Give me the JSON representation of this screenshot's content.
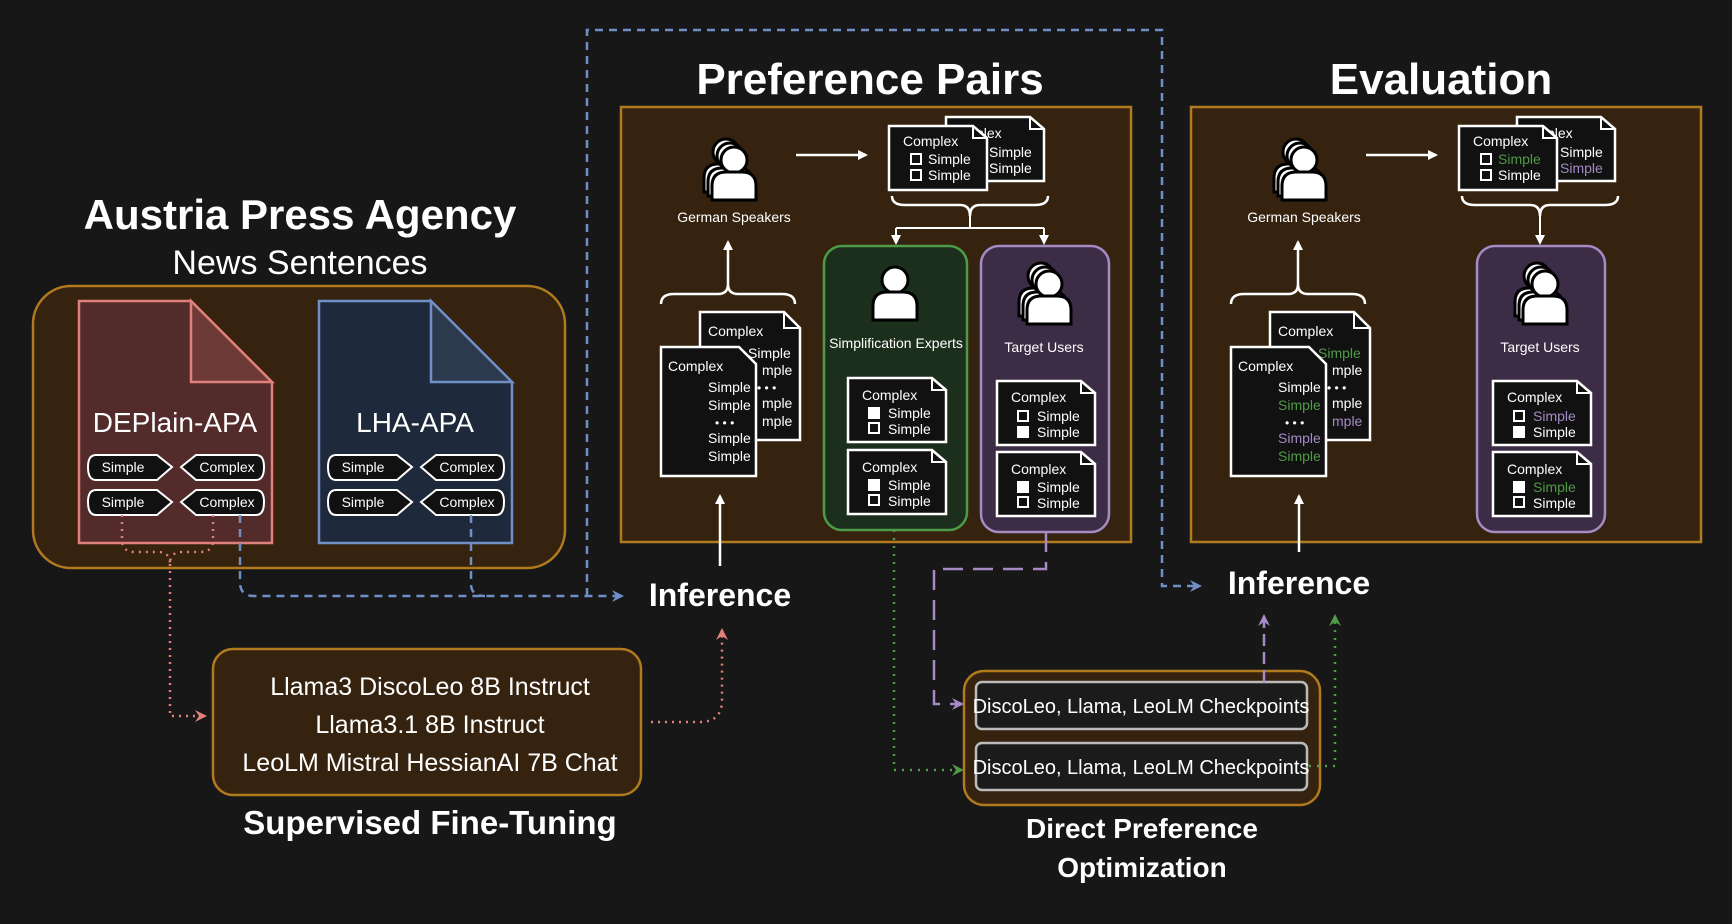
{
  "left": {
    "title": "Austria Press Agency",
    "subtitle": "News Sentences",
    "datasets": [
      {
        "name": "DEPlain-APA",
        "pairs": [
          [
            "Simple",
            "Complex"
          ],
          [
            "Simple",
            "Complex"
          ]
        ]
      },
      {
        "name": "LHA-APA",
        "pairs": [
          [
            "Simple",
            "Complex"
          ],
          [
            "Simple",
            "Complex"
          ]
        ]
      }
    ]
  },
  "sft": {
    "models": [
      "Llama3 DiscoLeo 8B Instruct",
      "Llama3.1 8B Instruct",
      "LeoLM Mistral HessianAI 7B Chat"
    ],
    "label": "Supervised Fine-Tuning"
  },
  "inference_label": "Inference",
  "preference": {
    "title": "Preference Pairs",
    "speakers": "German Speakers",
    "experts": "Simplification Experts",
    "target_users": "Target Users"
  },
  "evaluation": {
    "title": "Evaluation",
    "speakers": "German Speakers",
    "target_users": "Target Users"
  },
  "doc": {
    "complex": "Complex",
    "simple": "Simple",
    "back_partial": "plex",
    "back_partial2": "mple",
    "dots": "• • •"
  },
  "dpo": {
    "checkpoints": [
      "DiscoLeo, Llama, LeoLM Checkpoints",
      "DiscoLeo, Llama, LeoLM Checkpoints"
    ],
    "label_line1": "Direct Preference",
    "label_line2": "Optimization"
  },
  "colors": {
    "background": "#171717",
    "panel_fill": "#35230f",
    "panel_border": "#b07a1f",
    "red": "#e0807a",
    "blue": "#6f8fc6",
    "green": "#4f9a46",
    "purple": "#a58ac4"
  }
}
